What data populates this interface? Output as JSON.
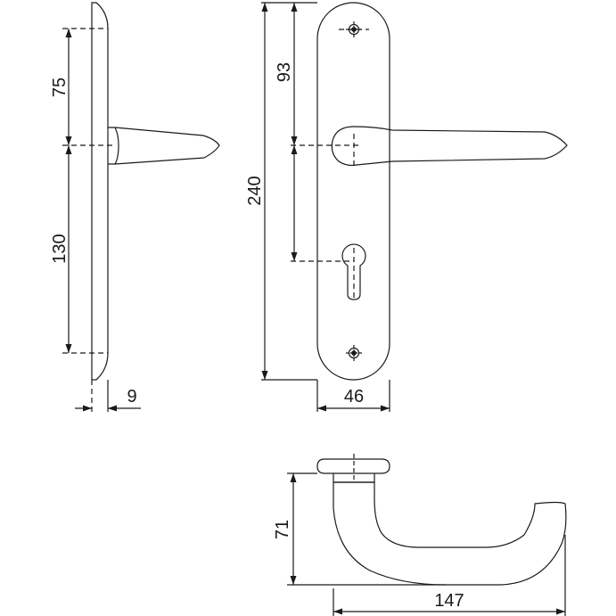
{
  "drawing": {
    "side_view": {
      "dim_upper_to_lever": "75",
      "dim_lever_to_bottom": "130",
      "dim_plate_thickness": "9"
    },
    "front_view": {
      "dim_total_height": "240",
      "dim_top_to_lever": "93",
      "dim_plate_width": "46"
    },
    "top_view": {
      "dim_lever_height": "71",
      "dim_lever_length": "147"
    }
  },
  "colors": {
    "line": "#1a1a1a",
    "background": "#ffffff"
  }
}
